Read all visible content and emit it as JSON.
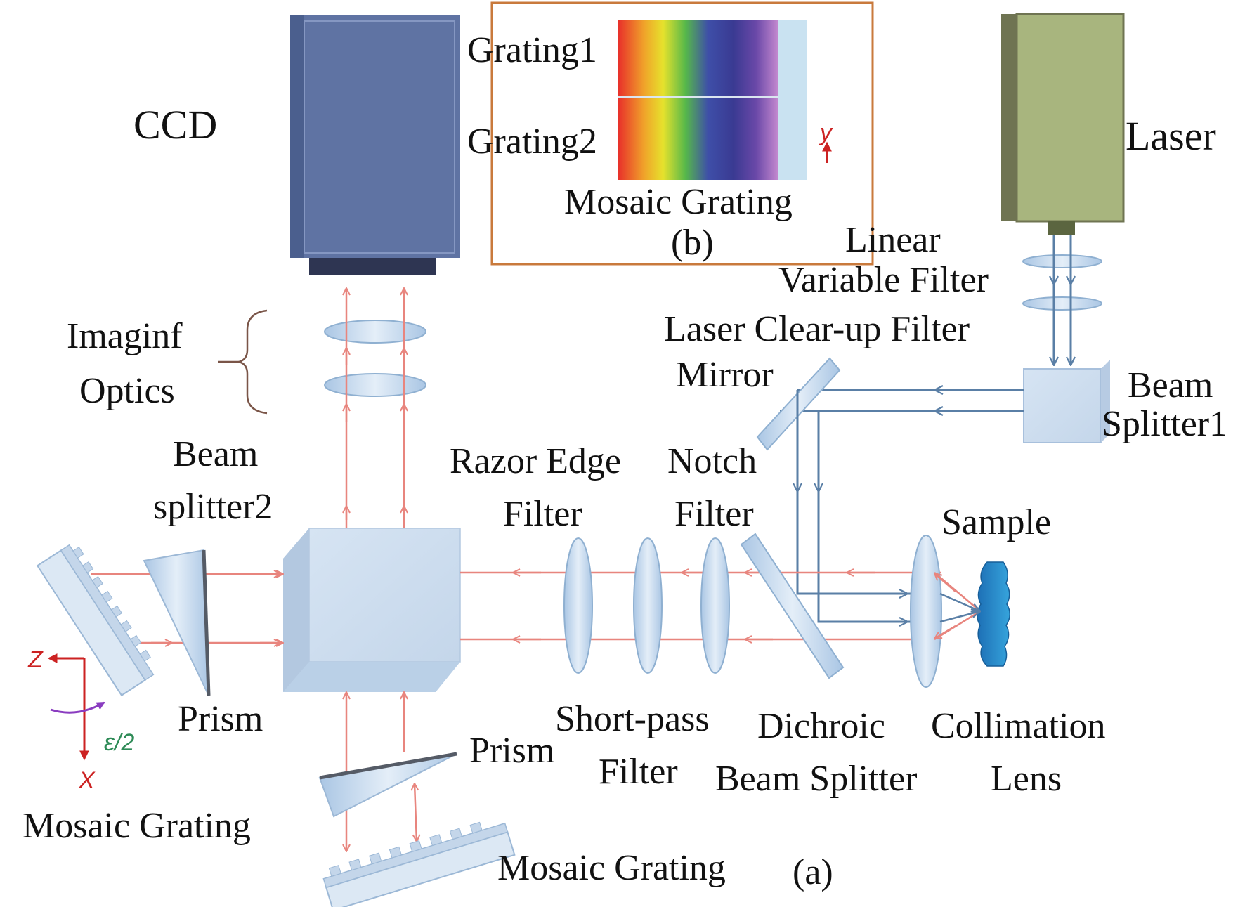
{
  "colors": {
    "beam_red": "#e8857e",
    "beam_blue": "#5a7fa6",
    "ccd_body": "#5f73a3",
    "ccd_side": "#4b5f8e",
    "laser_body": "#a8b57e",
    "laser_side": "#6f7452",
    "glass": "#c9dcef",
    "glass_edge": "#8fb0d1",
    "inset_border": "#c97a3c",
    "axis_red": "#cc2222",
    "axis_green": "#2e8b57",
    "rotation_arrow": "#8a3cc0"
  },
  "labels": {
    "ccd": "CCD",
    "laser": "Laser",
    "grating1": "Grating1",
    "grating2": "Grating2",
    "inset_mosaic_grating": "Mosaic Grating",
    "inset_tag": "(b)",
    "y_axis": "y",
    "linear_variable_filter_1": "Linear",
    "linear_variable_filter_2": "Variable Filter",
    "laser_clearup_filter": "Laser Clear-up Filter",
    "mirror": "Mirror",
    "beam_splitter1_1": "Beam",
    "beam_splitter1_2": "Splitter1",
    "imaging_optics_1": "Imaginf",
    "imaging_optics_2": "Optics",
    "beam_splitter2_1": "Beam",
    "beam_splitter2_2": "splitter2",
    "razor_edge_filter_1": "Razor Edge",
    "razor_edge_filter_2": "Filter",
    "notch_filter_1": "Notch",
    "notch_filter_2": "Filter",
    "sample": "Sample",
    "prism_left": "Prism",
    "prism_bottom": "Prism",
    "short_pass_filter_1": "Short-pass",
    "short_pass_filter_2": "Filter",
    "dichroic_1": "Dichroic",
    "dichroic_2": "Beam Splitter",
    "collimation_1": "Collimation",
    "collimation_2": "Lens",
    "z_axis": "Z",
    "x_axis": "X",
    "angle": "ε/2",
    "mosaic_grating_left": "Mosaic Grating",
    "mosaic_grating_bottom": "Mosaic Grating",
    "figure_tag": "(a)"
  }
}
